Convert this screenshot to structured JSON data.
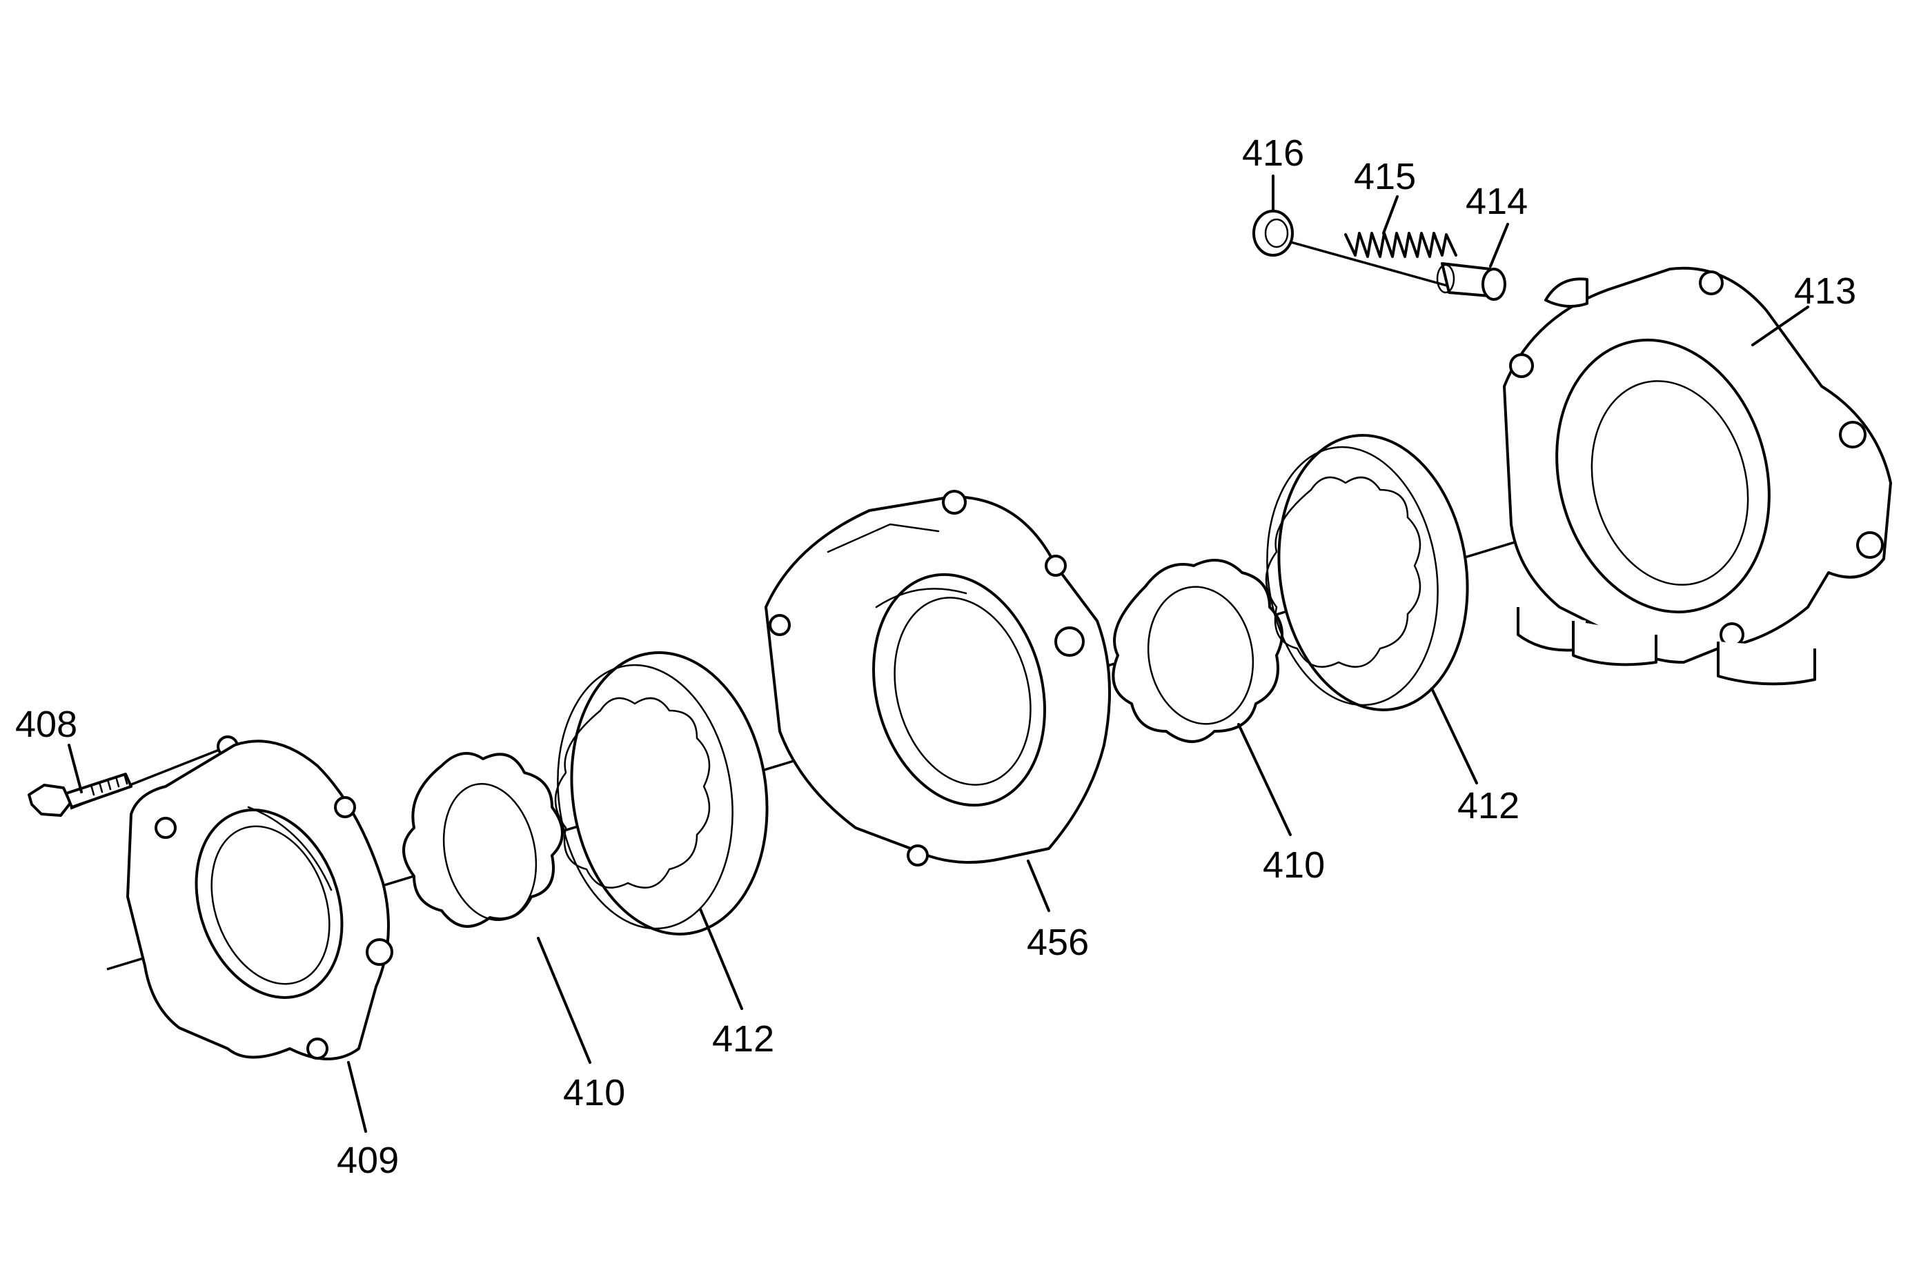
{
  "diagram": {
    "type": "exploded-parts-view",
    "parts": [
      {
        "id": "p408",
        "callout": "408",
        "name": "bolt"
      },
      {
        "id": "p409",
        "callout": "409",
        "name": "pump-cover"
      },
      {
        "id": "p410a",
        "callout": "410",
        "name": "inner-rotor"
      },
      {
        "id": "p412a",
        "callout": "412",
        "name": "outer-rotor"
      },
      {
        "id": "p456",
        "callout": "456",
        "name": "pump-body"
      },
      {
        "id": "p410b",
        "callout": "410",
        "name": "inner-rotor"
      },
      {
        "id": "p412b",
        "callout": "412",
        "name": "outer-rotor"
      },
      {
        "id": "p413",
        "callout": "413",
        "name": "pump-housing"
      },
      {
        "id": "p414",
        "callout": "414",
        "name": "relief-valve"
      },
      {
        "id": "p415",
        "callout": "415",
        "name": "spring"
      },
      {
        "id": "p416",
        "callout": "416",
        "name": "plug"
      }
    ]
  }
}
